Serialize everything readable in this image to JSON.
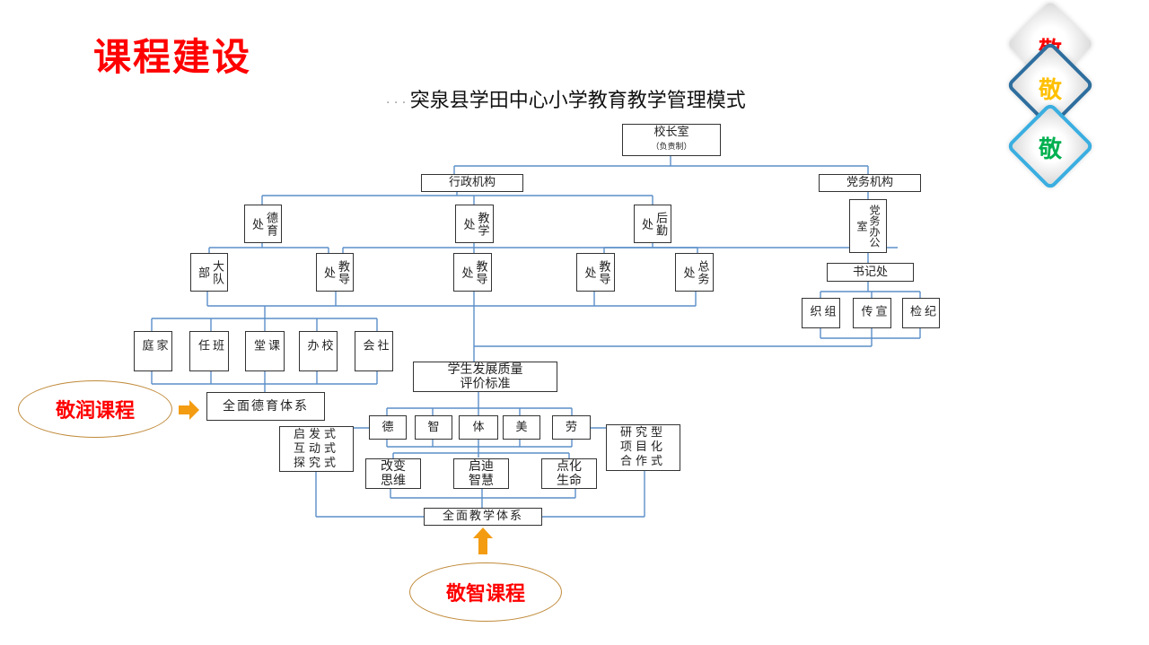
{
  "slide": {
    "title": "课程建设",
    "diagram_title": "突泉县学田中心小学教育教学管理模式"
  },
  "decor": {
    "diamonds": [
      {
        "glyph": "敬",
        "color": "#ff0000",
        "border": "#e0e0e0"
      },
      {
        "glyph": "敬",
        "color": "#ffc000",
        "border": "#2e6e9e"
      },
      {
        "glyph": "敬",
        "color": "#00b050",
        "border": "#3aaee0"
      }
    ]
  },
  "orgchart": {
    "principal": {
      "label": "校长室",
      "sub": "（负责制）"
    },
    "admin": "行政机构",
    "party": "党务机构",
    "admin_depts": [
      "德育处",
      "教学处",
      "后勤处"
    ],
    "party_office": "党务办公室",
    "secretary": "书记处",
    "party_units": [
      "组织",
      "宣传",
      "纪检"
    ],
    "sub_depts": [
      "大队部",
      "教导处",
      "教导处",
      "教导处",
      "总务处"
    ],
    "moral_units": [
      "家庭",
      "班任",
      "课堂",
      "校办",
      "社会"
    ],
    "moral_system": "全面德育体系",
    "evaluation": {
      "line1": "学生发展质量",
      "line2": "评价标准"
    },
    "five_edu": [
      "德",
      "智",
      "体",
      "美",
      "劳"
    ],
    "left_methods": [
      "启发式",
      "互动式",
      "探究式"
    ],
    "right_methods": [
      "研究型",
      "项目化",
      "合作式"
    ],
    "goals": [
      {
        "line1": "改变",
        "line2": "思维"
      },
      {
        "line1": "启迪",
        "line2": "智慧"
      },
      {
        "line1": "点化",
        "line2": "生命"
      }
    ],
    "teaching_system": "全面教学体系"
  },
  "callouts": {
    "jingrun": "敬润课程",
    "jingzhi": "敬智课程",
    "arrow_color": "#f39c12"
  }
}
